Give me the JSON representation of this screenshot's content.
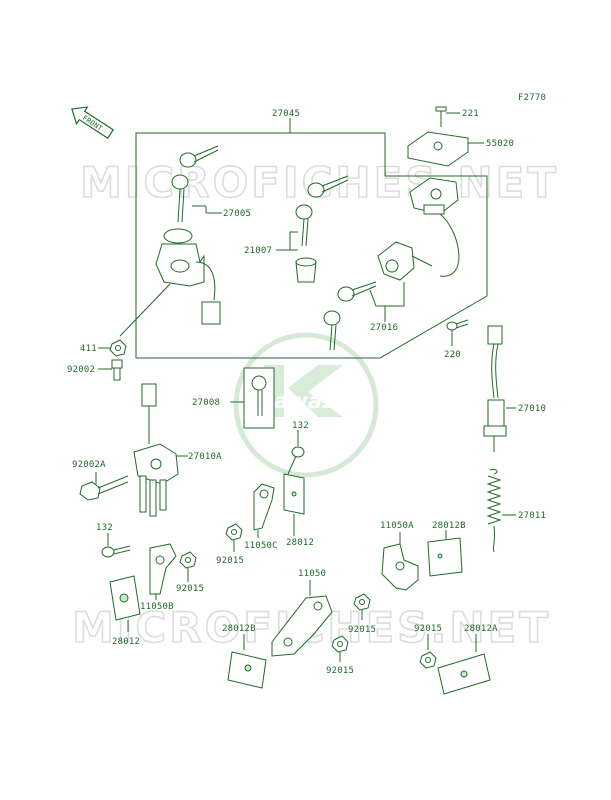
{
  "diagram": {
    "code": "F2770",
    "front_label": "FRONT",
    "watermark": "MICROFICHES.NET",
    "logo_text": "Kawasaki",
    "color": "#1f6b2a",
    "parts": {
      "p27045": "27045",
      "p221": "221",
      "p55020": "55020",
      "p27005": "27005",
      "p21007": "21007",
      "p27016": "27016",
      "p411": "411",
      "p92002": "92002",
      "p220": "220",
      "p27008": "27008",
      "p27010": "27010",
      "p132a": "132",
      "p92002A": "92002A",
      "p27010A": "27010A",
      "p28012a": "28012",
      "p11050C": "11050C",
      "p92015a": "92015",
      "p11050A": "11050A",
      "p28012B": "28012B",
      "p27011": "27011",
      "p132b": "132",
      "p92015b": "92015",
      "p11050B": "11050B",
      "p28012b": "28012",
      "p11050": "11050",
      "p28012Bb": "28012B",
      "p92015c": "92015",
      "p92015d": "92015",
      "p28012A": "28012A",
      "p92015e": "92015"
    }
  }
}
